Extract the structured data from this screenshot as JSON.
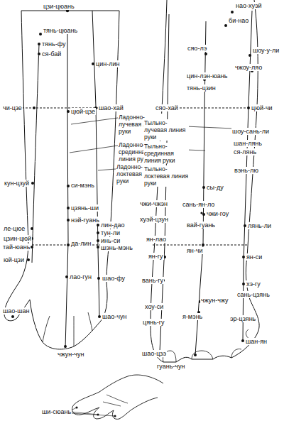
{
  "diagram": {
    "labels": [
      "цзи-цюань",
      "тянь-цюань",
      "тянь-фу",
      "ся-бай",
      "цин-лин",
      "чи-цзе",
      "шао-хай",
      "цюй-цзе",
      "Ладонно-лучевая линия руки",
      "Ладонно-срединная линия руки",
      "Ладонно-локтевая линия руки",
      "кун-цзуй",
      "си-мэнь",
      "цзянь-ши",
      "нэй-гуань",
      "ле-цюе",
      "цзин-цюй",
      "тай-юань",
      "лин-дао",
      "тун-ли",
      "инь-си",
      "шэнь-мэнь",
      "да-лин",
      "юй-цзи",
      "лао-гун",
      "шао-фу",
      "шао-шан",
      "шао-чун",
      "чжун-чун",
      "ши-сюань",
      "нао-хуэй",
      "би-нао",
      "сяо-лэ",
      "шоу-у-ли",
      "чжоу-ляо",
      "цин-лэн-юань",
      "тянь-цзин",
      "сяо-хай",
      "цюй-чи",
      "Тыльно-лучевая линия руки",
      "шоу-сань-ли",
      "шан-лянь",
      "ся-лянь",
      "Тыльно-срединная линия руки",
      "вэнь-лю",
      "Тыльно-локтевая линия руки",
      "сы-ду",
      "чжи-чжэн",
      "сань-ян-ло",
      "чжи-гоу",
      "хуэй-цзун",
      "вай-гуань",
      "лянь-ли",
      "ян-лао",
      "ян-чи",
      "ян-гу",
      "ян-си",
      "вань-гу",
      "хэ-гу",
      "сань-цзянь",
      "чжун-чжу",
      "хоу-си",
      "я-мэнь",
      "эр-цзянь",
      "цянь-гу",
      "шан-ян",
      "шао-цзэ",
      "гуань-чун"
    ]
  }
}
